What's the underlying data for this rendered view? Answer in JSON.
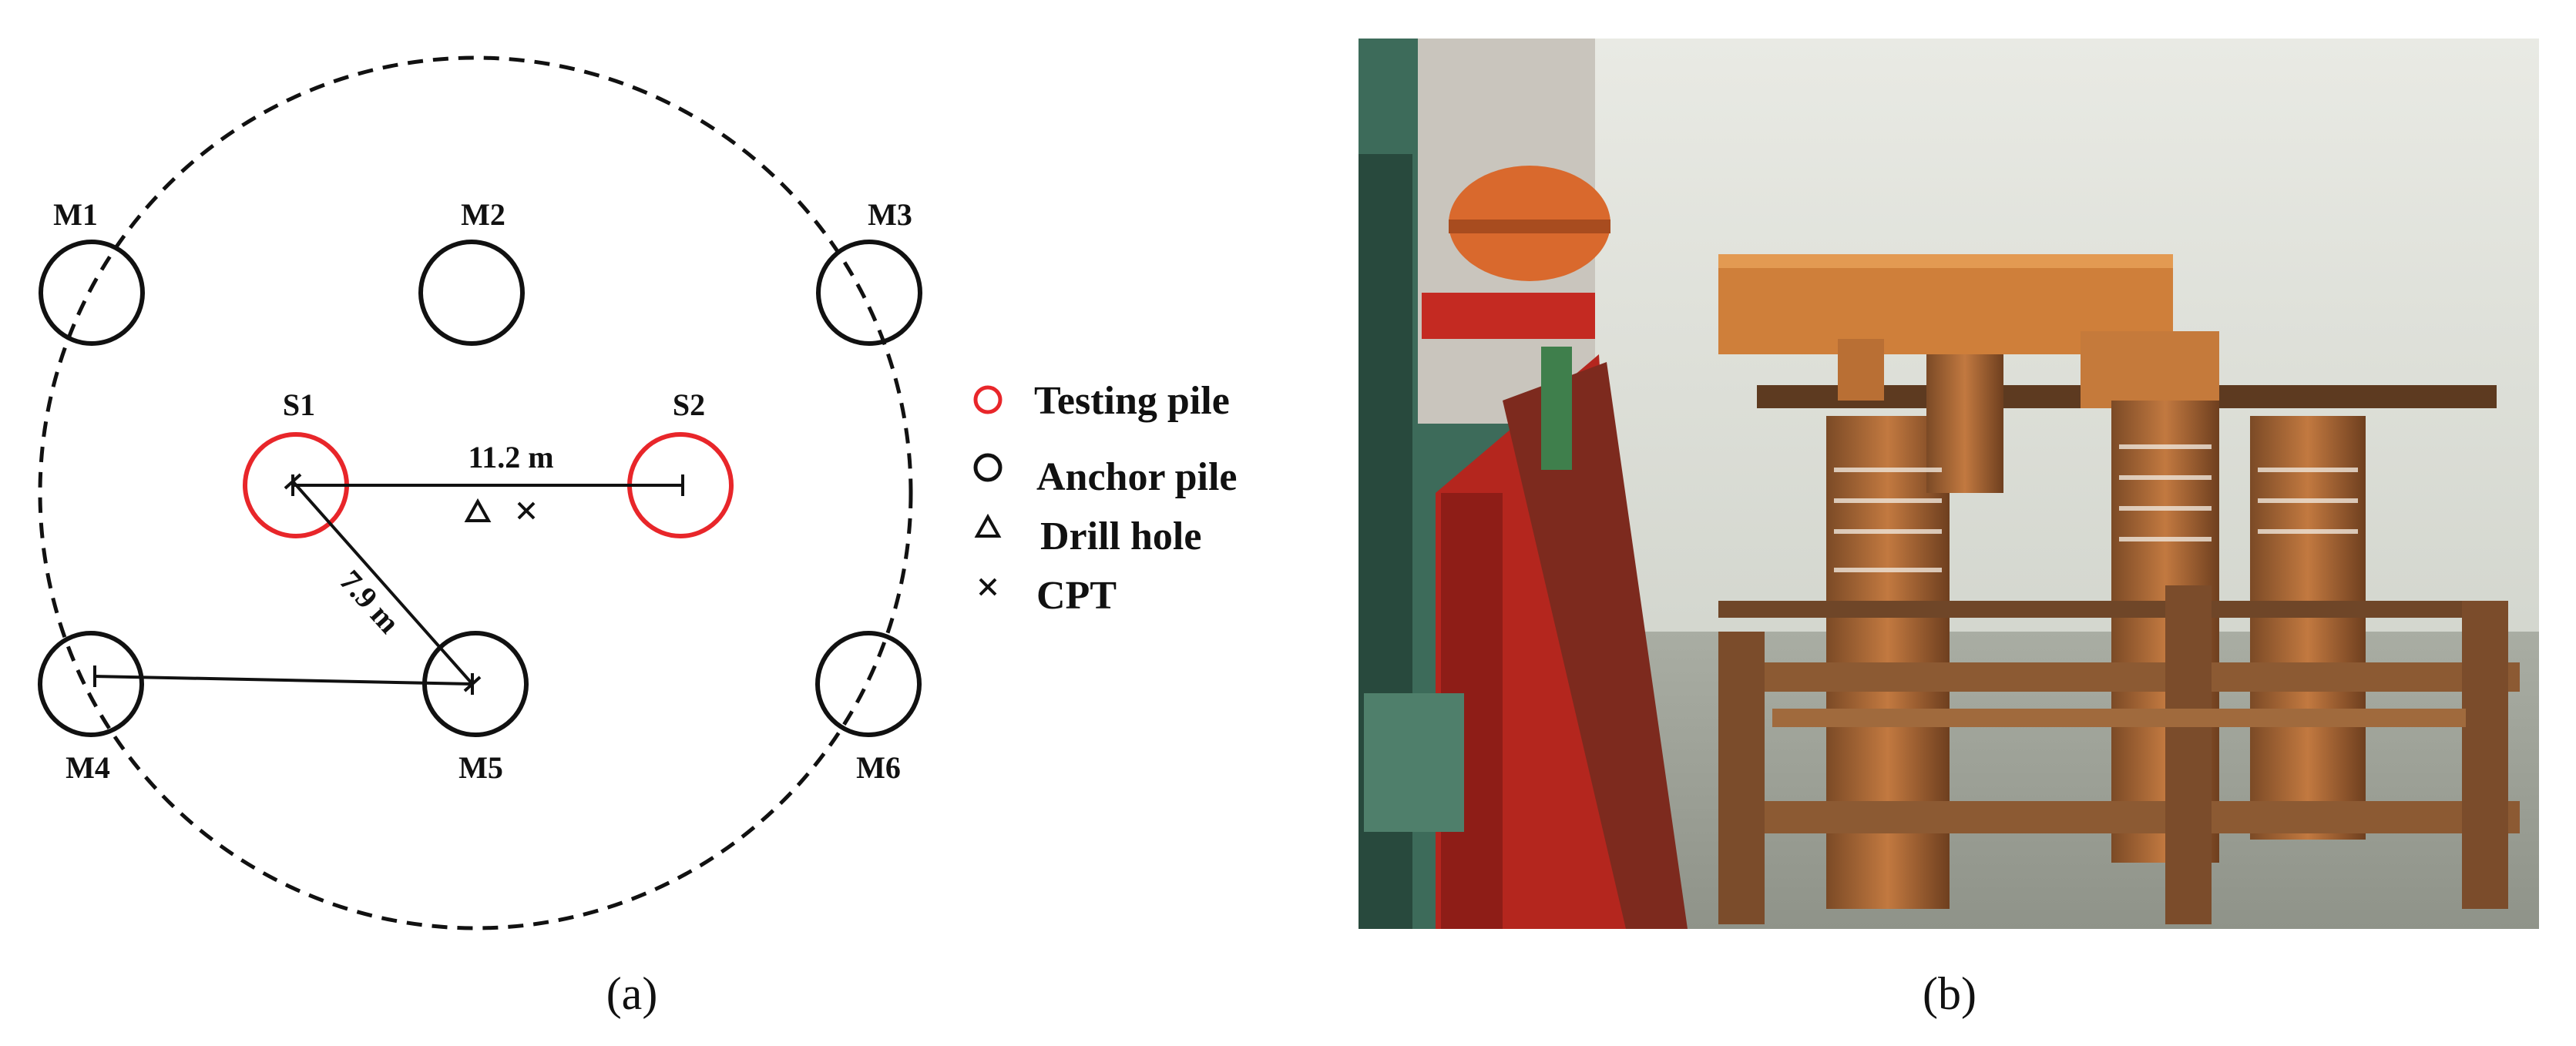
{
  "diagram": {
    "piles": [
      {
        "id": "M1",
        "type": "anchor"
      },
      {
        "id": "M2",
        "type": "anchor"
      },
      {
        "id": "M3",
        "type": "anchor"
      },
      {
        "id": "M4",
        "type": "anchor"
      },
      {
        "id": "M5",
        "type": "anchor"
      },
      {
        "id": "M6",
        "type": "anchor"
      },
      {
        "id": "S1",
        "type": "testing"
      },
      {
        "id": "S2",
        "type": "testing"
      }
    ],
    "dimensions": {
      "s1_s2": "11.2 m",
      "s1_m5": "7.9 m"
    },
    "legend": {
      "testing_pile": "Testing pile",
      "anchor_pile": "Anchor pile",
      "drill_hole": "Drill hole",
      "cpt": "CPT"
    },
    "colors": {
      "testing": "#e8262a",
      "anchor": "#111111",
      "line": "#111111"
    }
  },
  "captions": {
    "a": "(a)",
    "b": "(b)"
  }
}
